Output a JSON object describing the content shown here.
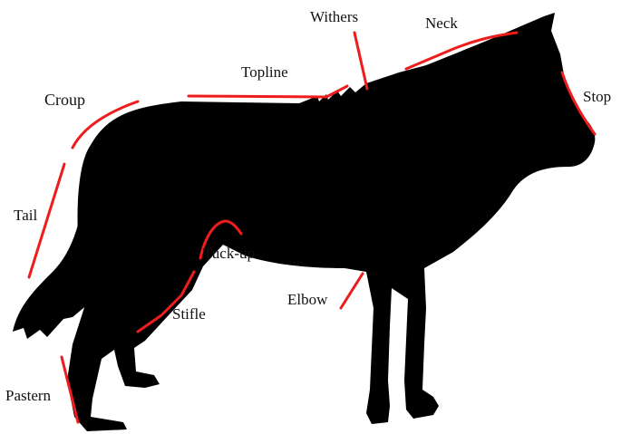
{
  "diagram": {
    "colors": {
      "silhouette": "#000000",
      "marker": "#ee1c1c",
      "label_text": "#111111",
      "background": "#ffffff"
    },
    "labels": {
      "withers": "Withers",
      "neck": "Neck",
      "topline": "Topline",
      "croup": "Croup",
      "stop": "Stop",
      "tail": "Tail",
      "tuck_up": "Tuck-up",
      "elbow": "Elbow",
      "stifle": "Stifle",
      "pastern": "Pastern"
    }
  }
}
